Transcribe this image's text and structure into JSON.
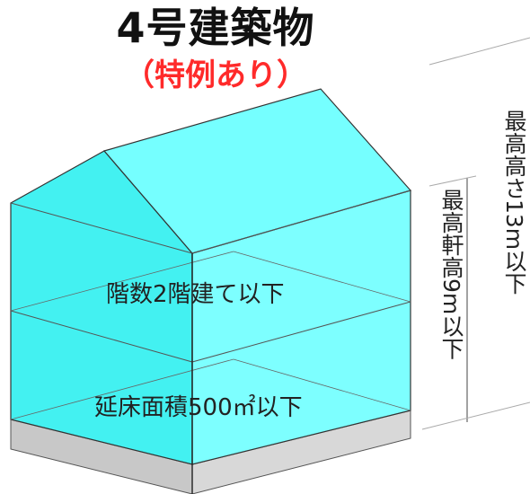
{
  "header": {
    "title": "4号建築物",
    "subtitle": "（特例あり）"
  },
  "labels": {
    "floors": "階数2階建て以下",
    "floor_area": "延床面積500㎡以下",
    "eave_height": "最高軒高9m以下",
    "max_height": "最高高さ13m以下"
  },
  "colors": {
    "wall_fill": "#33f5f5",
    "wall_light": "#66ffff",
    "foundation": "#c8c8c8",
    "subtitle": "#ff2a2a",
    "line": "#333333"
  }
}
